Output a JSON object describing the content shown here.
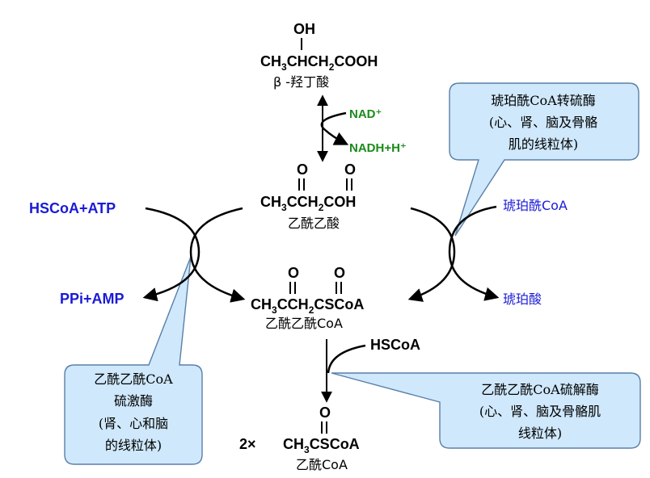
{
  "compounds": {
    "hydroxybutyrate": {
      "oh_label": "OH",
      "formula_parts": [
        "CH",
        "3",
        "CHCH",
        "2",
        "COOH"
      ],
      "name": "β -羟丁酸"
    },
    "acetoacetate": {
      "o_left": "O",
      "o_right": "O",
      "formula_parts": [
        "CH",
        "3",
        "CCH",
        "2",
        "COH"
      ],
      "name": "乙酰乙酸"
    },
    "acetoacetyl_coa": {
      "o_left": "O",
      "o_right": "O",
      "formula_parts": [
        "CH",
        "3",
        "CCH",
        "2",
        "CSCoA"
      ],
      "name": "乙酰乙酰CoA"
    },
    "acetyl_coa": {
      "multiplier": "2×",
      "o_label": "O",
      "formula_parts": [
        "CH",
        "3",
        "CSCoA"
      ],
      "name": "乙酰CoA"
    }
  },
  "reagents": {
    "nad": "NAD⁺",
    "nadh": "NADH+H⁺",
    "hscoa_atp": "HSCoA+ATP",
    "ppi_amp": "PPi+AMP",
    "succinyl_coa": "琥珀酰CoA",
    "succinate": "琥珀酸",
    "hscoa": "HSCoA"
  },
  "callouts": {
    "thiophorase": {
      "lines": [
        "琥珀酰CoA转硫酶",
        "(心、肾、脑及骨骼",
        "肌的线粒体)"
      ]
    },
    "thiokinase": {
      "lines": [
        "乙酰乙酰CoA",
        "硫激酶",
        "(肾、心和脑",
        "的线粒体)"
      ]
    },
    "thiolase": {
      "lines": [
        "乙酰乙酰CoA硫解酶",
        "(心、肾、脑及骨骼肌",
        "线粒体)"
      ]
    }
  },
  "colors": {
    "callout_fill": "#cfe8fb",
    "callout_stroke": "#5a7fa8",
    "blue_text": "#1a1ad6",
    "green_text": "#1a8a1a"
  }
}
